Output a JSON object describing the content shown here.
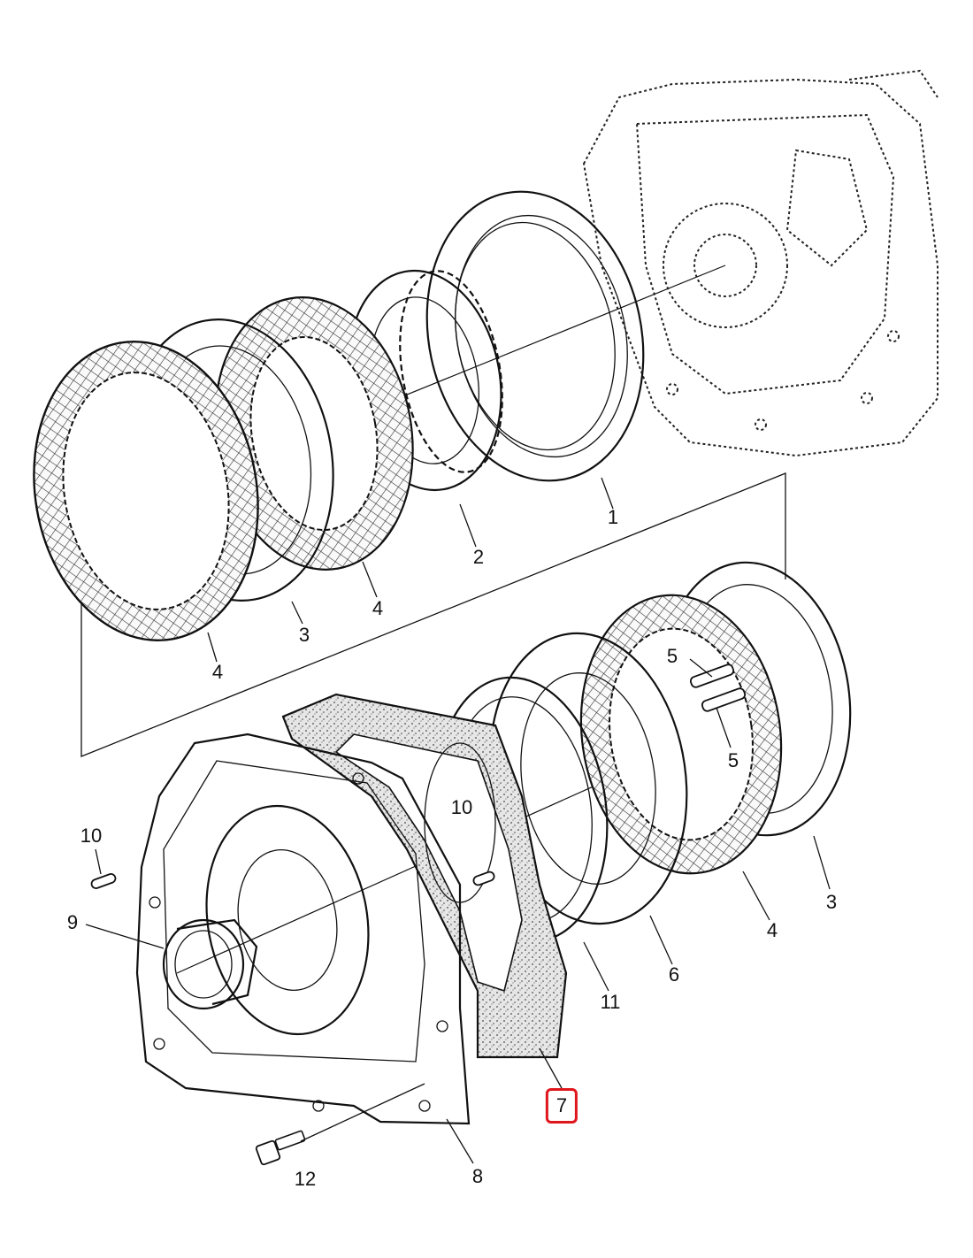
{
  "callouts": [
    {
      "id": "1",
      "text": "1",
      "highlighted": false
    },
    {
      "id": "2",
      "text": "2",
      "highlighted": false
    },
    {
      "id": "3a",
      "text": "3",
      "highlighted": false
    },
    {
      "id": "3b",
      "text": "3",
      "highlighted": false
    },
    {
      "id": "4a",
      "text": "4",
      "highlighted": false
    },
    {
      "id": "4b",
      "text": "4",
      "highlighted": false
    },
    {
      "id": "4c",
      "text": "4",
      "highlighted": false
    },
    {
      "id": "5a",
      "text": "5",
      "highlighted": false
    },
    {
      "id": "5b",
      "text": "5",
      "highlighted": false
    },
    {
      "id": "6",
      "text": "6",
      "highlighted": false
    },
    {
      "id": "7",
      "text": "7",
      "highlighted": true
    },
    {
      "id": "8",
      "text": "8",
      "highlighted": false
    },
    {
      "id": "9",
      "text": "9",
      "highlighted": false
    },
    {
      "id": "10a",
      "text": "10",
      "highlighted": false
    },
    {
      "id": "10b",
      "text": "10",
      "highlighted": false
    },
    {
      "id": "11",
      "text": "11",
      "highlighted": false
    },
    {
      "id": "12",
      "text": "12",
      "highlighted": false
    }
  ],
  "colors": {
    "line": "#111111",
    "highlight": "#e0161d",
    "friction_fill": "#f2f2f2",
    "gasket_fill": "#d9d9d9"
  }
}
